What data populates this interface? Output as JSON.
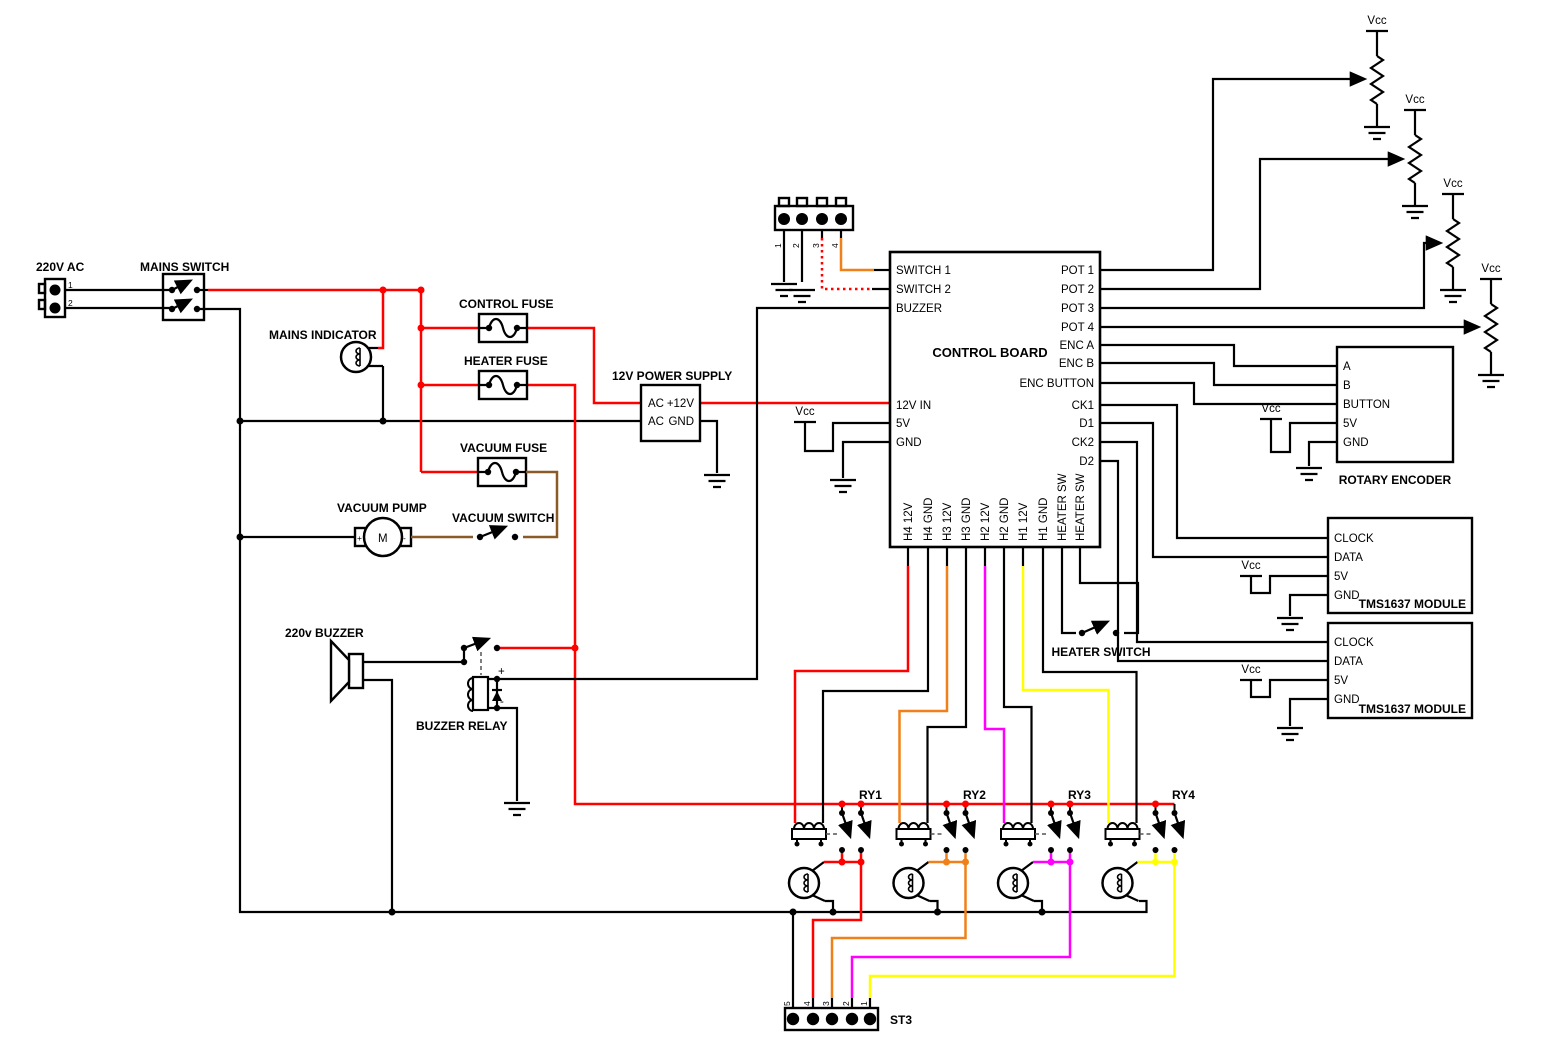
{
  "labels": {
    "ac_source": "220V AC",
    "mains_switch": "MAINS SWITCH",
    "mains_indicator": "MAINS INDICATOR",
    "control_fuse": "CONTROL FUSE",
    "heater_fuse": "HEATER FUSE",
    "vacuum_fuse": "VACUUM FUSE",
    "power_supply": "12V POWER SUPPLY",
    "vacuum_pump": "VACUUM PUMP",
    "vacuum_switch": "VACUUM SWITCH",
    "buzzer": "220v BUZZER",
    "buzzer_relay": "BUZZER RELAY",
    "heater_switch": "HEATER SWITCH",
    "st3": "ST3",
    "vcc": "Vcc",
    "motor": "M",
    "plus": "+",
    "minus": "-"
  },
  "power_supply_pins": {
    "in1": "AC",
    "in2": "AC",
    "out_pos": "+12V",
    "out_gnd": "GND"
  },
  "ac_connector_pins": [
    "1",
    "2"
  ],
  "panel_connector_pins": [
    "1",
    "2",
    "3",
    "4"
  ],
  "st3_pins": [
    "5",
    "4",
    "3",
    "2",
    "1"
  ],
  "control_board": {
    "title": "CONTROL BOARD",
    "left_pins": [
      "SWITCH 1",
      "SWITCH 2",
      "BUZZER",
      "12V IN",
      "5V",
      "GND"
    ],
    "right_pins": [
      "POT 1",
      "POT 2",
      "POT 3",
      "POT 4",
      "ENC A",
      "ENC B",
      "ENC BUTTON",
      "CK1",
      "D1",
      "CK2",
      "D2"
    ],
    "bottom_pins": [
      "H4 12V",
      "H4 GND",
      "H3 12V",
      "H3 GND",
      "H2 12V",
      "H2 GND",
      "H1 12V",
      "H1 GND",
      "HEATER SW",
      "HEATER SW"
    ]
  },
  "rotary_encoder": {
    "title": "ROTARY ENCODER",
    "pins": [
      "A",
      "B",
      "BUTTON",
      "5V",
      "GND"
    ]
  },
  "tms_module_1": {
    "title": "TMS1637 MODULE",
    "pins": [
      "CLOCK",
      "DATA",
      "5V",
      "GND"
    ]
  },
  "tms_module_2": {
    "title": "TMS1637 MODULE",
    "pins": [
      "CLOCK",
      "DATA",
      "5V",
      "GND"
    ]
  },
  "relays": [
    "RY1",
    "RY2",
    "RY3",
    "RY4"
  ],
  "colors": {
    "phase_wire": "#ff0000",
    "h4_wire": "#ff0000",
    "h3_wire": "#f08019",
    "h2_wire": "#ff00ff",
    "h1_wire": "#ffff00",
    "vacuum_wire": "#8a5a28",
    "neutral_wire": "#000000",
    "switch2_dotted_wire": "#ff0000"
  }
}
